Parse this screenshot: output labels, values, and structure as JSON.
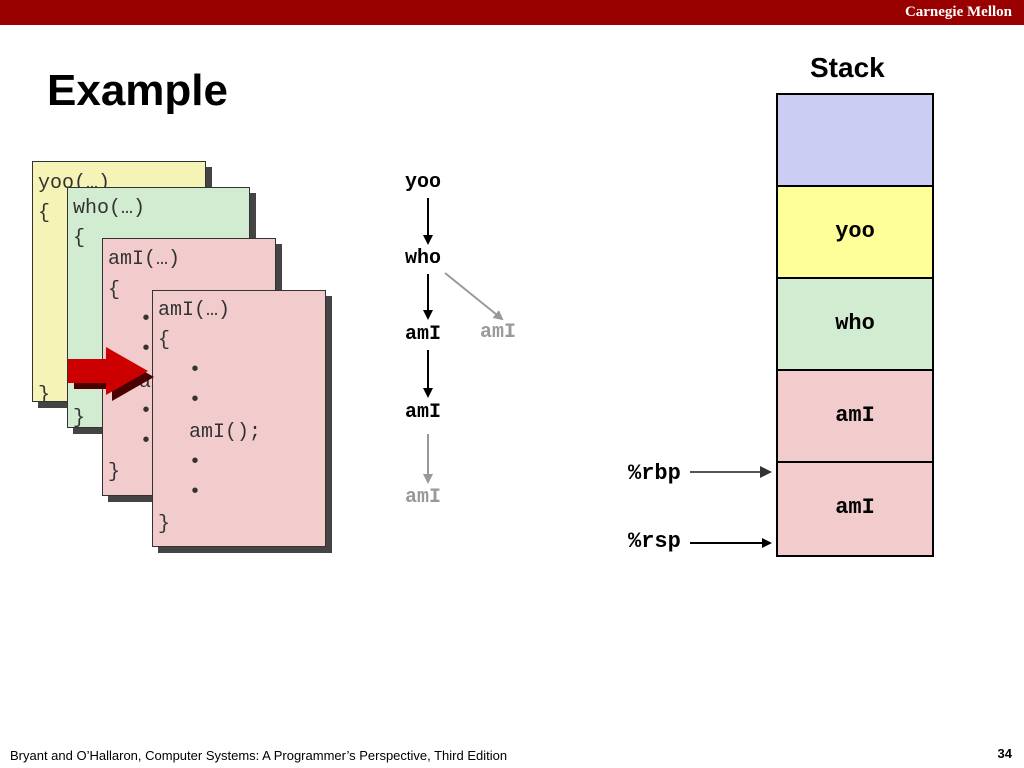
{
  "header": {
    "brand": "Carnegie Mellon"
  },
  "slide": {
    "title": "Example",
    "page_number": "34"
  },
  "footer": {
    "citation": "Bryant and O’Hallaron, Computer Systems: A Programmer’s Perspective, Third Edition"
  },
  "code_cards": {
    "yoo": {
      "line1": "yoo(…)",
      "line2": "{",
      "close": "}",
      "color": "#f5f3b6"
    },
    "who": {
      "line1": "who(…)",
      "line2": "{",
      "close": "}",
      "color": "#d2ecd2"
    },
    "ami1": {
      "line1": "amI(…)",
      "line2": "{",
      "partial": "a",
      "close": "}",
      "color": "#f2cccc"
    },
    "ami2": {
      "line1": "amI(…)",
      "line2": "{",
      "bullet": "•",
      "call": "amI();",
      "close": "}",
      "color": "#f2cccc"
    }
  },
  "call_tree": {
    "nodes": {
      "yoo": "yoo",
      "who": "who",
      "ami_a": "amI",
      "ami_side": "amI",
      "ami_b": "amI",
      "ami_c": "amI"
    },
    "active_color": "#000000",
    "inactive_color": "#999999"
  },
  "stack": {
    "title": "Stack",
    "frames": [
      {
        "label": "",
        "color": "#cccdf2"
      },
      {
        "label": "yoo",
        "color": "#ffff99"
      },
      {
        "label": "who",
        "color": "#d2ecd2"
      },
      {
        "label": "amI",
        "color": "#f2cccc"
      },
      {
        "label": "amI",
        "color": "#f2cccc"
      }
    ]
  },
  "registers": {
    "rbp": "%rbp",
    "rsp": "%rsp"
  },
  "colors": {
    "header_bar": "#990000",
    "pointer_arrow": "#cc0000"
  }
}
